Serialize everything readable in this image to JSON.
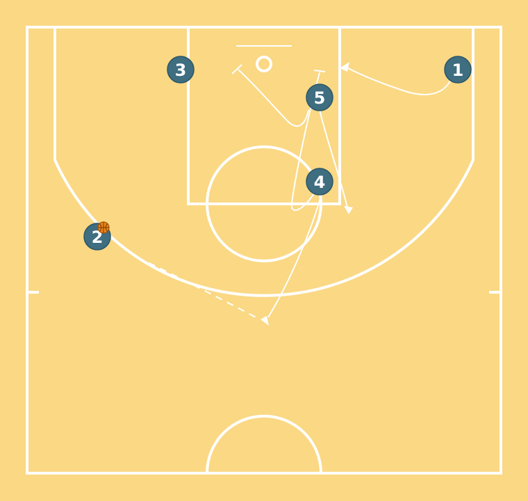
{
  "colors": {
    "court_floor": "#fad884",
    "lines": "#ffffff",
    "player_fill": "#3e6e80",
    "ball": "#e8841a"
  },
  "players": [
    {
      "id": "player-1",
      "label": "1"
    },
    {
      "id": "player-2",
      "label": "2",
      "has_ball": true
    },
    {
      "id": "player-3",
      "label": "3"
    },
    {
      "id": "player-4",
      "label": "4"
    },
    {
      "id": "player-5",
      "label": "5"
    }
  ],
  "actions": [
    {
      "type": "cut",
      "player": "1"
    },
    {
      "type": "cut",
      "player": "5"
    },
    {
      "type": "screen",
      "player": "5"
    },
    {
      "type": "cut",
      "player": "4"
    },
    {
      "type": "pass",
      "player": "2"
    }
  ],
  "icons": [
    "basketball-icon"
  ]
}
